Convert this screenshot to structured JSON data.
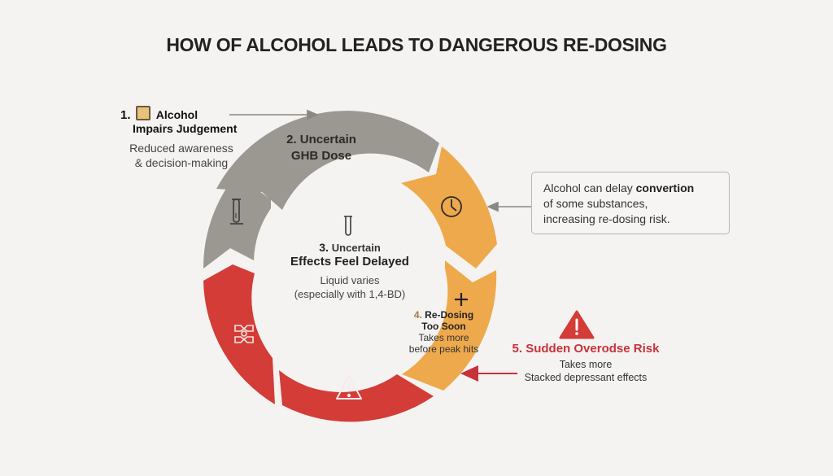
{
  "title": "HOW OF ALCOHOL LEADS TO DANGEROUS RE-DOSING",
  "colors": {
    "gray": "#9b9791",
    "orange": "#eea94c",
    "red": "#d33c37",
    "risk_text": "#c8323a",
    "background": "#f4f3f1"
  },
  "steps": {
    "step1": {
      "number": "1.",
      "icon": "beer-mug-icon",
      "title_line1": "Alcohol",
      "title_line2": "Impairs Judgement",
      "desc_line1": "Reduced awareness",
      "desc_line2": "& decision-making"
    },
    "step2": {
      "line1": "2.  Uncertain",
      "line2": "GHB Dose"
    },
    "step3": {
      "icon": "test-tube-icon",
      "number": "3.",
      "title_small": "Uncertain",
      "title": "Effects Feel Delayed",
      "desc_line1": "Liquid varies",
      "desc_line2": "(especially with 1,4-BD)"
    },
    "step4": {
      "icon": "plus-icon",
      "number": "4.",
      "title_line1": "Re-Dosing",
      "title_line2": "Too Soon",
      "desc_line1": "Takes more",
      "desc_line2": "before peak hits"
    },
    "step5": {
      "icon": "warning-icon",
      "title": "5.  Sudden Overodse Risk",
      "desc_line1": "Takes more",
      "desc_line2": "Stacked depressant effects"
    }
  },
  "callout": {
    "text_pre": "Alcohol can delay ",
    "text_bold": "convertion",
    "line2": "of some substances,",
    "line3": "increasing re-dosing risk."
  },
  "ring_icons": [
    "test-tube-stand-icon",
    "clock-icon",
    "focus-frame-icon",
    "warning-triangle-icon"
  ]
}
